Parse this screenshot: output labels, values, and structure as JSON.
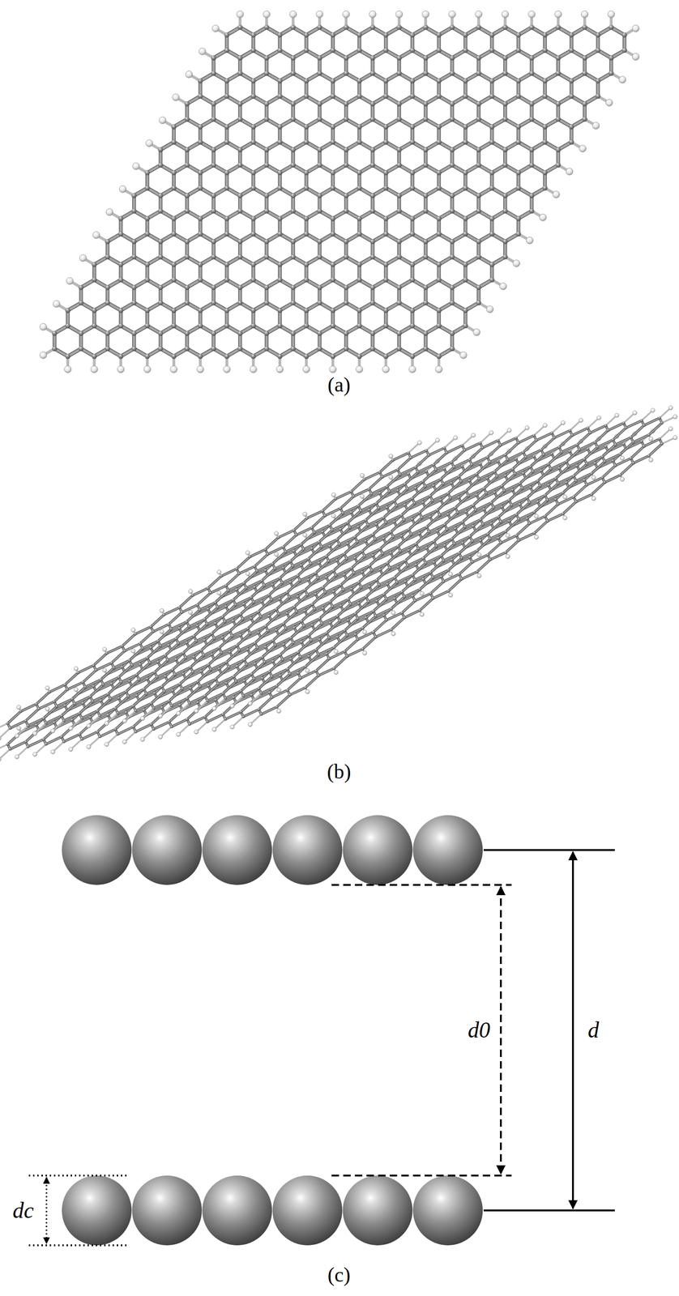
{
  "diagram": {
    "labels": [
      "(a)",
      "(b)",
      "d0",
      "d",
      "dc",
      "(c)"
    ]
  }
}
